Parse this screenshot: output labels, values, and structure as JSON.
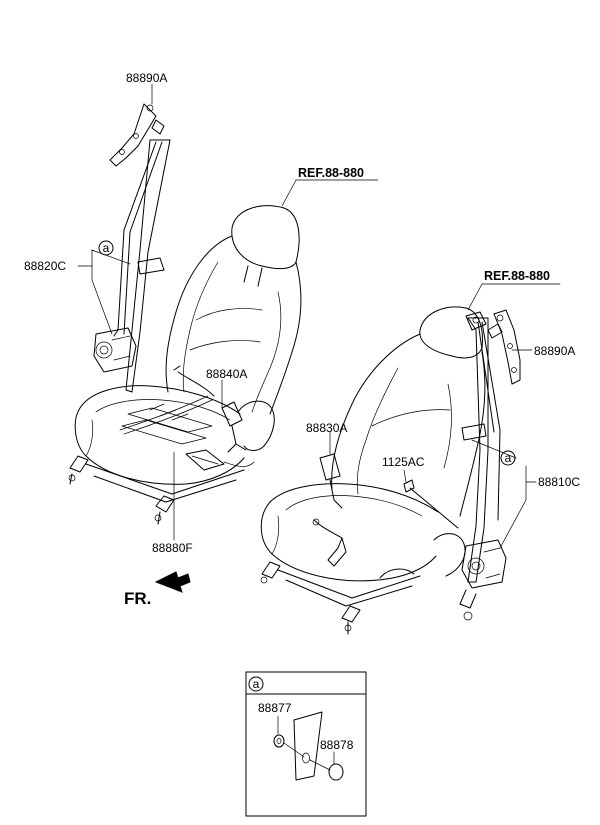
{
  "labels": {
    "p88890A_left": "88890A",
    "p88820C": "88820C",
    "p88840A": "88840A",
    "p88880F": "88880F",
    "ref_left": "REF.88-880",
    "ref_right": "REF.88-880",
    "p88890A_right": "88890A",
    "p88830A": "88830A",
    "p1125AC": "1125AC",
    "p88810C": "88810C",
    "fr": "FR.",
    "callout_a_left": "a",
    "callout_a_right": "a",
    "detail_a": "a",
    "p88877": "88877",
    "p88878": "88878"
  },
  "colors": {
    "line": "#000000",
    "background": "#ffffff"
  }
}
